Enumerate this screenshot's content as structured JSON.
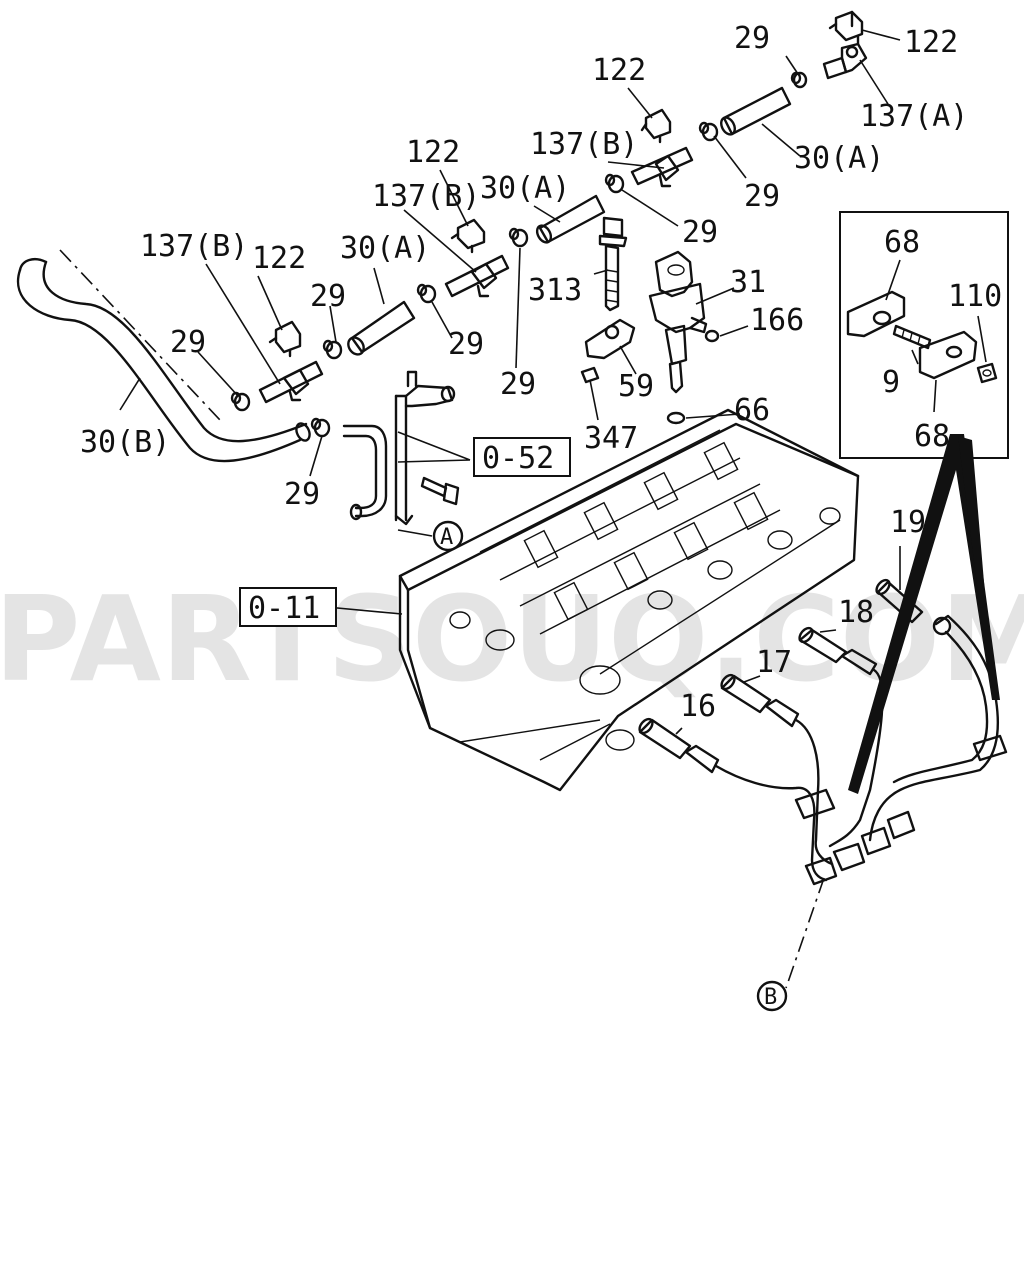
{
  "watermark": "PARTSOUQ.COM",
  "callouts": {
    "c29_top": "29",
    "c122_top": "122",
    "c137a": "137(A)",
    "c122_b": "122",
    "c137b_1": "137(B)",
    "c30a_1": "30(A)",
    "c29_b": "29",
    "c122_c": "122",
    "c137b_2": "137(B)",
    "c30a_2": "30(A)",
    "c29_c": "29",
    "c137b_3": "137(B)",
    "c122_d": "122",
    "c30a_3": "30(A)",
    "c29_d": "29",
    "c29_e": "29",
    "c29_f": "29",
    "c30b": "30(B)",
    "c29_g": "29",
    "c313": "313",
    "c31": "31",
    "c166": "166",
    "c59": "59",
    "c66": "66",
    "c347": "347",
    "c29_h": "29",
    "c19": "19",
    "c18": "18",
    "c17": "17",
    "c16": "16"
  },
  "ref_boxes": {
    "ref_052": "0-52",
    "ref_011": "0-11"
  },
  "markers": {
    "a": "A",
    "b": "B"
  },
  "inset": {
    "c68_top": "68",
    "c110": "110",
    "c9": "9",
    "c68_bottom": "68"
  }
}
